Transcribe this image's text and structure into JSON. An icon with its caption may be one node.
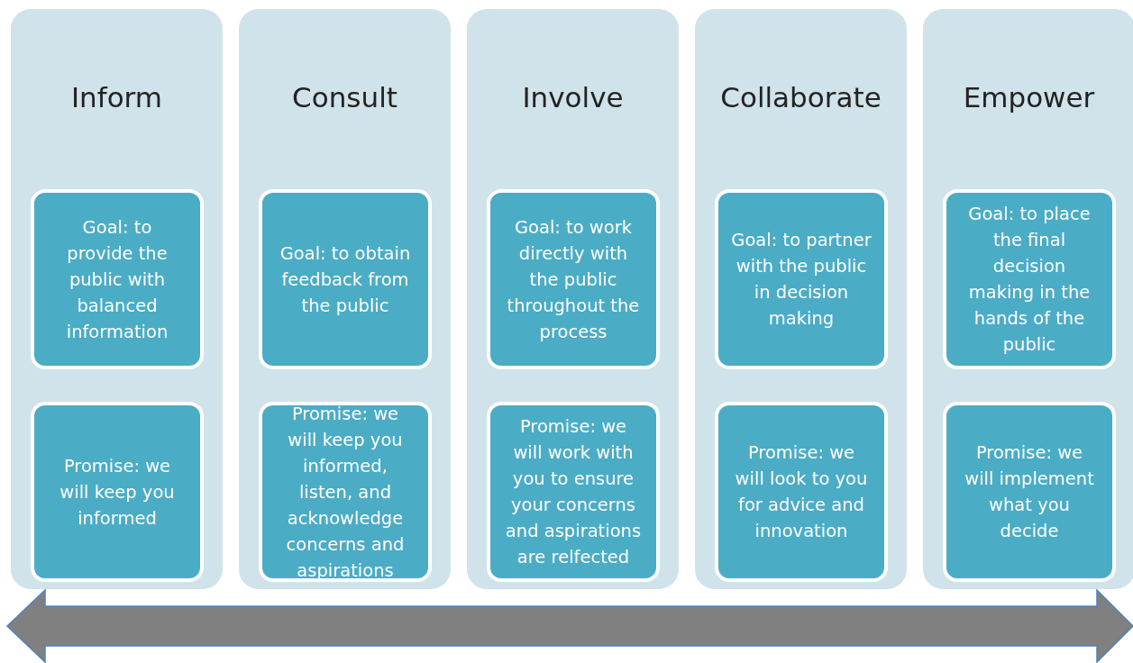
{
  "diagram": {
    "nodes": [
      {
        "text": [
          "Inform"
        ]
      },
      {
        "text": [
          "Goal: to provide the public with balanced information"
        ],
        "in": 0
      },
      {
        "text": [
          "Promise: we will keep you informed"
        ],
        "in": 0
      },
      {
        "text": [
          "Consult"
        ]
      },
      {
        "text": [
          "Goal: to obtain feedback from the public"
        ],
        "in": 3
      },
      {
        "text": [
          "Promise: we will keep you informed, listen, and acknowledge concerns and aspirations"
        ],
        "in": 3
      },
      {
        "text": [
          "Involve"
        ]
      },
      {
        "text": [
          "Goal: to work directly with the public throughout the process"
        ],
        "in": 6
      },
      {
        "text": [
          "Promise: we will work with you to ensure your concerns and aspirations are relfected"
        ],
        "in": 6
      },
      {
        "text": [
          "Collaborate"
        ]
      },
      {
        "text": [
          "Goal: to partner with the public in decision making"
        ],
        "in": 9
      },
      {
        "text": [
          "Promise: we will look to you for advice and innovation"
        ],
        "in": 9
      },
      {
        "text": [
          "Empower"
        ]
      },
      {
        "text": [
          "Goal: to place the final decision making in the hands of the public"
        ],
        "in": 12
      },
      {
        "text": [
          "Promise: we will implement what you decide"
        ],
        "in": 12
      }
    ]
  }
}
